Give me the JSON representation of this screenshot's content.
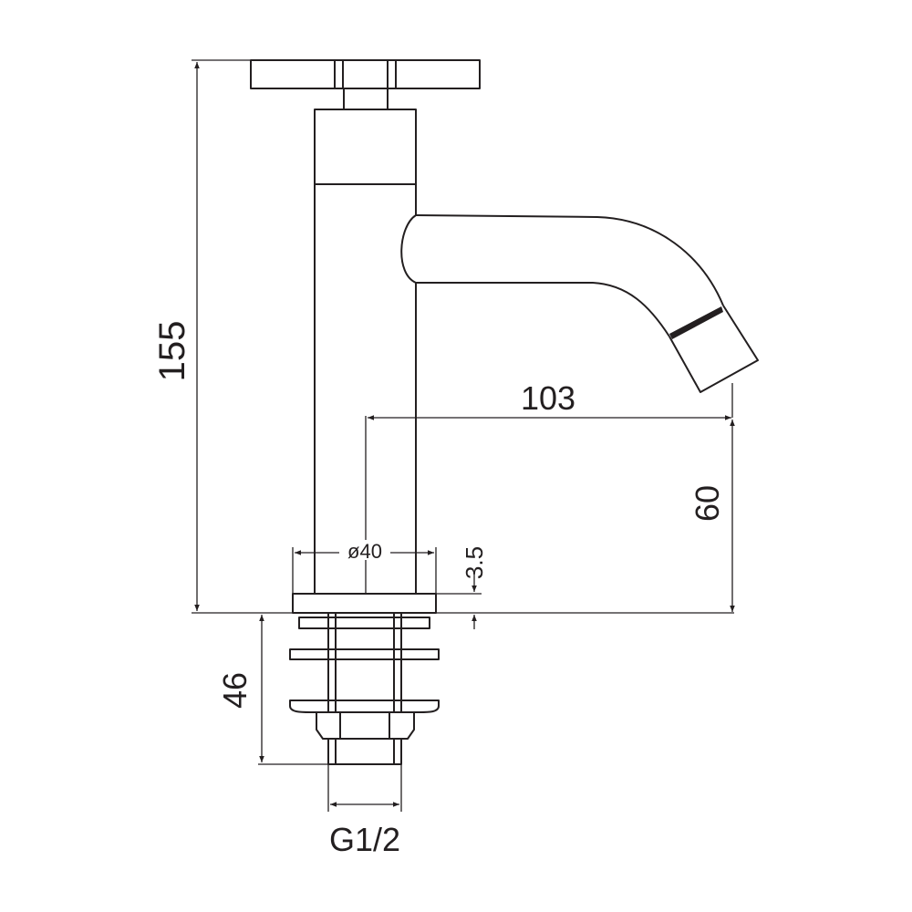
{
  "drawing": {
    "height_label": "155",
    "reach_label": "103",
    "spout_height_label": "60",
    "base_diameter_label": "ø40",
    "base_thickness_label": "3.5",
    "shank_length_label": "46",
    "thread_label": "G1/2"
  },
  "colors": {
    "line": "#231f20",
    "background": "#ffffff"
  }
}
